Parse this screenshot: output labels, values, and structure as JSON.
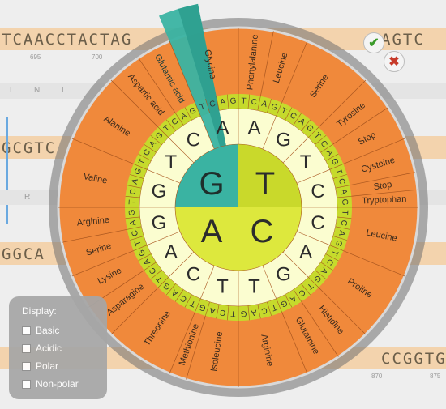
{
  "background": {
    "sequence_rows": [
      {
        "left": "TCAACCTACTAG",
        "right": "AGTC"
      },
      {
        "left": "GCGTC",
        "right": ""
      },
      {
        "left": "GGCA",
        "right": ""
      },
      {
        "left": "",
        "right": "CCGGTG"
      }
    ],
    "ticks": [
      "695",
      "700",
      "870",
      "875"
    ],
    "amino_letters": [
      "L",
      "N",
      "L",
      "R"
    ]
  },
  "wheel": {
    "center": [
      "G",
      "T",
      "A",
      "C"
    ],
    "middle_ring": [
      "A",
      "G",
      "T",
      "C",
      "C",
      "A",
      "G",
      "T",
      "T",
      "C",
      "A",
      "G",
      "G",
      "T",
      "C",
      "A"
    ],
    "outer_ring": [
      "T",
      "C",
      "A",
      "G",
      "T",
      "C",
      "A",
      "G",
      "T",
      "C",
      "A",
      "G",
      "T",
      "C",
      "A",
      "G",
      "T",
      "C",
      "A",
      "G",
      "T",
      "C",
      "A",
      "G",
      "T",
      "C",
      "A",
      "G",
      "T",
      "C",
      "A",
      "G",
      "T",
      "C",
      "A",
      "G",
      "T",
      "C",
      "A",
      "G",
      "T",
      "C",
      "A",
      "G",
      "T",
      "C",
      "A",
      "G",
      "T",
      "C",
      "A",
      "G",
      "T",
      "C",
      "A",
      "G",
      "T",
      "C",
      "A",
      "G",
      "T",
      "C",
      "A",
      "G"
    ],
    "amino_acids": [
      {
        "name": "Phenylalanine",
        "span": 2
      },
      {
        "name": "Leucine",
        "span": 2
      },
      {
        "name": "Serine",
        "span": 4
      },
      {
        "name": "Tyrosine",
        "span": 2
      },
      {
        "name": "Stop",
        "span": 2
      },
      {
        "name": "Cysteine",
        "span": 2
      },
      {
        "name": "Stop",
        "span": 1
      },
      {
        "name": "Tryptophan",
        "span": 1
      },
      {
        "name": "Leucine",
        "span": 4
      },
      {
        "name": "Proline",
        "span": 4
      },
      {
        "name": "Histidine",
        "span": 2
      },
      {
        "name": "Glutamine",
        "span": 2
      },
      {
        "name": "Arginine",
        "span": 4
      },
      {
        "name": "Isoleucine",
        "span": 3
      },
      {
        "name": "Methionine",
        "span": 1
      },
      {
        "name": "Threonine",
        "span": 4
      },
      {
        "name": "Asparagine",
        "span": 2
      },
      {
        "name": "Lysine",
        "span": 2
      },
      {
        "name": "Serine",
        "span": 2
      },
      {
        "name": "Arginine",
        "span": 2
      },
      {
        "name": "Valine",
        "span": 4
      },
      {
        "name": "Alanine",
        "span": 4
      },
      {
        "name": "Aspartic acid",
        "span": 2
      },
      {
        "name": "Glutamic acid",
        "span": 2
      },
      {
        "name": "Glycine",
        "span": 4
      }
    ],
    "highlighted_codon": "Glutamic acid",
    "colors": {
      "outer": "#f0893b",
      "codon_ring": "#c6da2c",
      "middle_ring": "#fbfdd0",
      "inner_light": "#dde83d",
      "inner_dark": "#c9d92b",
      "teal": "#3ab3a2",
      "teal_dark": "#2e9f8f",
      "line": "#a9561f"
    }
  },
  "controls": {
    "confirm_icon": "check-icon",
    "cancel_icon": "close-icon",
    "confirm_color": "#3c9b2c",
    "cancel_color": "#c73a2a"
  },
  "display_panel": {
    "title": "Display:",
    "options": [
      "Basic",
      "Acidic",
      "Polar",
      "Non-polar"
    ]
  }
}
